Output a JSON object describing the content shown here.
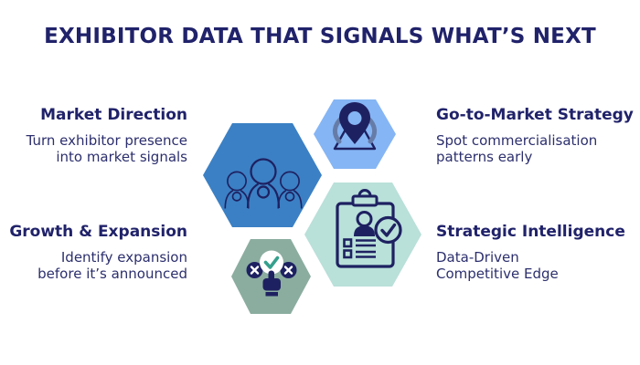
{
  "title": "EXHIBITOR DATA THAT SIGNALS WHAT’S NEXT",
  "features": [
    {
      "id": "market-direction",
      "heading": "Market Direction",
      "line1": "Turn exhibitor presence",
      "line2": "into market signals"
    },
    {
      "id": "go-to-market-strategy",
      "heading": "Go-to-Market Strategy",
      "line1": "Spot commercialisation",
      "line2": "patterns early"
    },
    {
      "id": "growth-expansion",
      "heading": "Growth & Expansion",
      "line1": "Identify expansion",
      "line2": "before it’s announced"
    },
    {
      "id": "strategic-intelligence",
      "heading": "Strategic Intelligence",
      "line1": "Data-Driven",
      "line2": "Competitive Edge"
    }
  ],
  "hexagons": [
    {
      "name": "audience-hexagon",
      "color": "#3b80c4",
      "icon": "people-group-icon"
    },
    {
      "name": "location-hexagon",
      "color": "#85b5f4",
      "icon": "location-pin-icon"
    },
    {
      "name": "report-hexagon",
      "color": "#b9e0d9",
      "icon": "clipboard-report-icon"
    },
    {
      "name": "decision-hexagon",
      "color": "#8bada0",
      "icon": "decision-check-icon"
    }
  ],
  "colors": {
    "heading_navy": "#20226a",
    "body_navy": "#2c2f6d",
    "icon_ink": "#1e2161",
    "pin_arrow_slate": "#667ca8",
    "check_green": "#35a08d",
    "background": "#ffffff"
  }
}
